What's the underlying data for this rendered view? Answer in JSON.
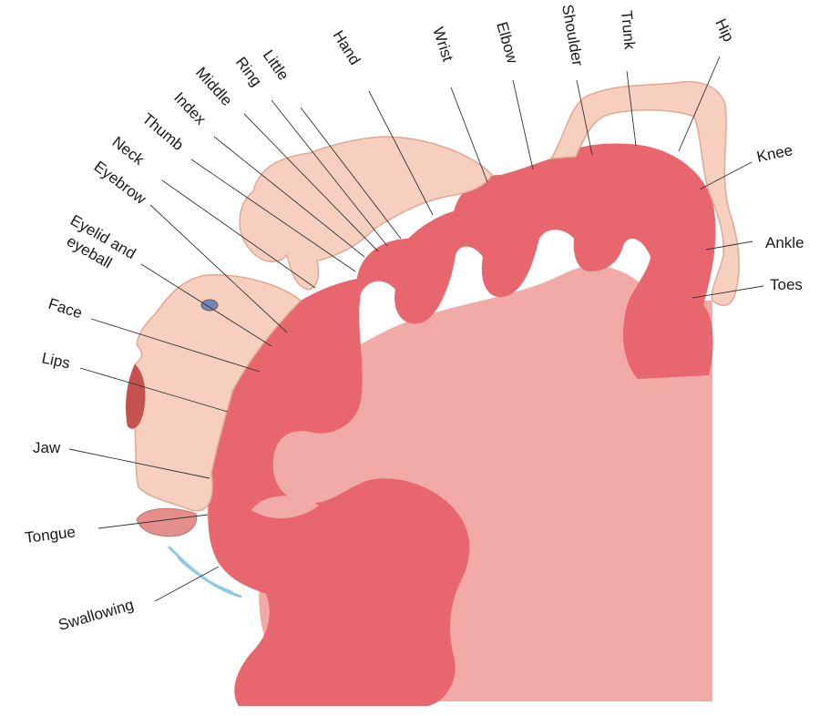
{
  "labels": {
    "hand": "Hand",
    "little": "Little",
    "ring": "Ring",
    "middle": "Middle",
    "index": "Index",
    "thumb": "Thumb",
    "neck": "Neck",
    "eyebrow": "Eyebrow",
    "eyelid_line1": "Eyelid and",
    "eyelid_line2": "eyeball",
    "face": "Face",
    "lips": "Lips",
    "jaw": "Jaw",
    "tongue": "Tongue",
    "swallowing": "Swallowing",
    "wrist": "Wrist",
    "elbow": "Elbow",
    "shoulder": "Shoulder",
    "trunk": "Trunk",
    "hip": "Hip",
    "knee": "Knee",
    "ankle": "Ankle",
    "toes": "Toes"
  },
  "colors": {
    "cortex": "#e8666e",
    "white_matter": "#f2aaa6",
    "skin": "#f6cfbf",
    "skin_shadow": "#e7ad98",
    "saliva": "#8ec8e6"
  }
}
